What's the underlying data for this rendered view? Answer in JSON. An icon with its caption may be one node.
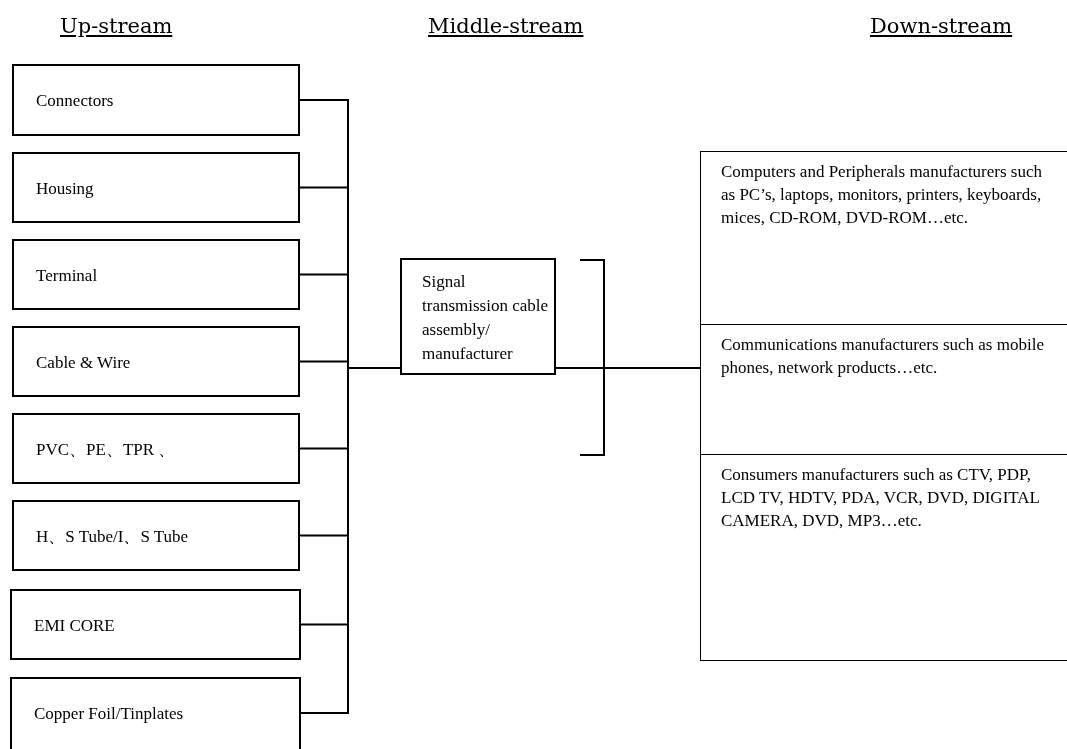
{
  "diagram": {
    "nodes": [
      {
        "text": [
          "Connectors"
        ]
      },
      {
        "text": [
          "Housing"
        ]
      },
      {
        "text": [
          "Terminal"
        ]
      },
      {
        "text": [
          "Cable & Wire"
        ]
      },
      {
        "text": [
          "PVC、PE、TPR 、"
        ]
      },
      {
        "text": [
          "H、S Tube/I、S Tube"
        ]
      },
      {
        "text": [
          "EMI CORE"
        ]
      },
      {
        "text": [
          "Copper Foil/Tinplates"
        ]
      },
      {
        "text": [
          "Signal transmission cable assembly/ manufacturer"
        ]
      },
      {
        "text": [
          "Computers and Peripherals manufacturers such as PC’s, laptops, monitors, printers, keyboards, mices, CD-ROM, DVD-ROM…etc."
        ]
      },
      {
        "text": [
          "Communications manufacturers such as mobile phones, network products…etc."
        ]
      },
      {
        "text": [
          "Consumers manufacturers such as CTV, PDP, LCD TV, HDTV, PDA, VCR, DVD, DIGITAL CAMERA, DVD, MP3…etc."
        ]
      }
    ],
    "edges": [
      {
        "from": 0,
        "to": 8,
        "arrow": "none"
      },
      {
        "from": 1,
        "to": 8,
        "arrow": "none"
      },
      {
        "from": 2,
        "to": 8,
        "arrow": "none"
      },
      {
        "from": 3,
        "to": 8,
        "arrow": "none"
      },
      {
        "from": 4,
        "to": 8,
        "arrow": "none"
      },
      {
        "from": 5,
        "to": 8,
        "arrow": "none"
      },
      {
        "from": 6,
        "to": 8,
        "arrow": "none"
      },
      {
        "from": 7,
        "to": 8,
        "arrow": "none"
      },
      {
        "from": 8,
        "to": 10,
        "arrow": "none"
      }
    ],
    "labels": [
      "Up-stream",
      "Middle-stream",
      "Down-stream"
    ]
  }
}
